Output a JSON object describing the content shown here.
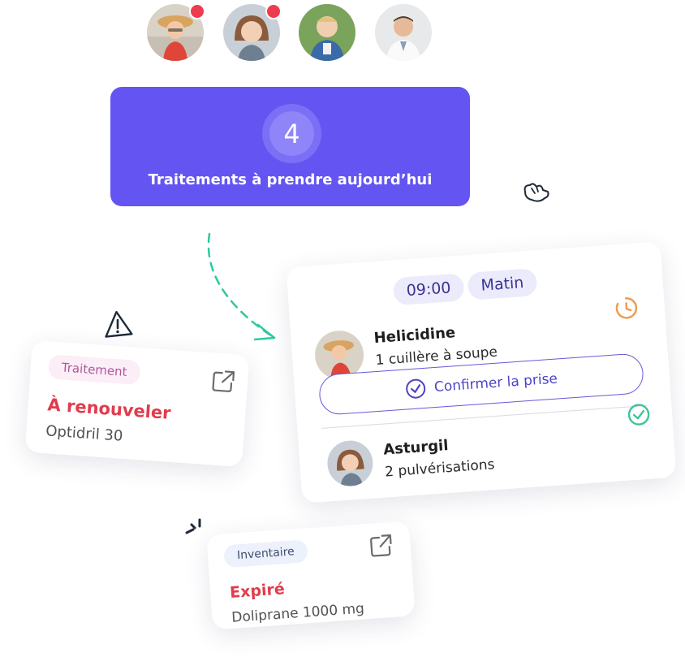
{
  "colors": {
    "accent": "#6455f2",
    "danger": "#e23b4c",
    "success": "#3ec49b",
    "pending": "#f0994b",
    "notification": "#ee3c4f"
  },
  "profiles": [
    {
      "name_icon": "avatar-girl-hat",
      "notification": true
    },
    {
      "name_icon": "avatar-girl-smiling",
      "notification": true
    },
    {
      "name_icon": "avatar-boy-backpack",
      "notification": false
    },
    {
      "name_icon": "avatar-man",
      "notification": false
    }
  ],
  "summary": {
    "count": "4",
    "label": "Traitements à prendre aujourd’hui"
  },
  "renewal_card": {
    "tag": "Traitement",
    "title": "À renouveler",
    "medication": "Optidril 30",
    "icon": "external-link-icon"
  },
  "inventory_card": {
    "tag": "Inventaire",
    "title": "Expiré",
    "medication": "Doliprane 1000 mg",
    "icon": "external-link-icon"
  },
  "schedule": {
    "time": "09:00",
    "period": "Matin",
    "items": [
      {
        "name": "Helicidine",
        "dose": "1 cuillère à soupe",
        "status_icon": "clock-pending-icon"
      },
      {
        "name": "Asturgil",
        "dose": "2 pulvérisations",
        "status_icon": "check-circle-icon"
      }
    ],
    "confirm_label": "Confirmer la prise"
  }
}
